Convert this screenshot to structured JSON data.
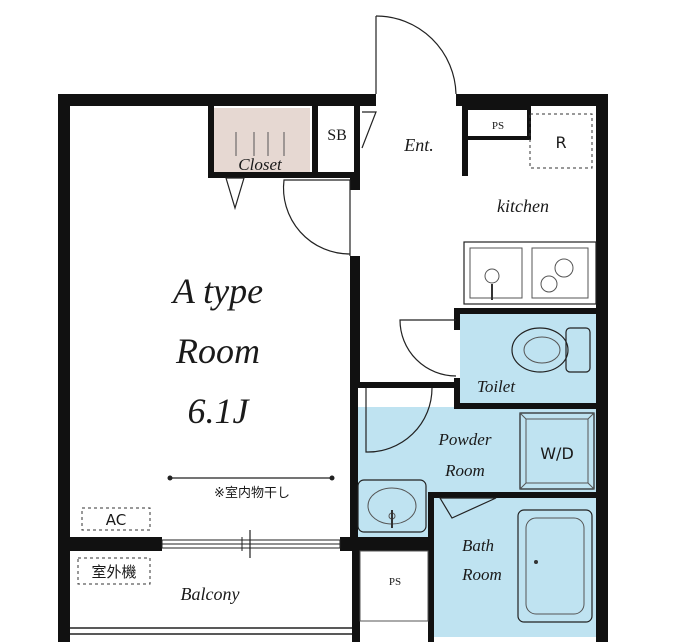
{
  "room": {
    "type_line": "A type",
    "name_line": "Room",
    "size_line": "6.1J"
  },
  "labels": {
    "closet": "Closet",
    "sb": "SB",
    "entrance": "Ent.",
    "ps_top": "PS",
    "refrigerator": "R",
    "kitchen": "kitchen",
    "toilet": "Toilet",
    "powder_line1": "Powder",
    "powder_line2": "Room",
    "washer": "W/D",
    "bath_line1": "Bath",
    "bath_line2": "Room",
    "ps_bottom": "PS",
    "ac": "AC",
    "outdoor_unit": "室外機",
    "balcony": "Balcony",
    "drying": "※室内物干し"
  },
  "colors": {
    "wall": "#111111",
    "wet_area": "#bfe3f1",
    "closet_floor": "#e6d8d2"
  }
}
